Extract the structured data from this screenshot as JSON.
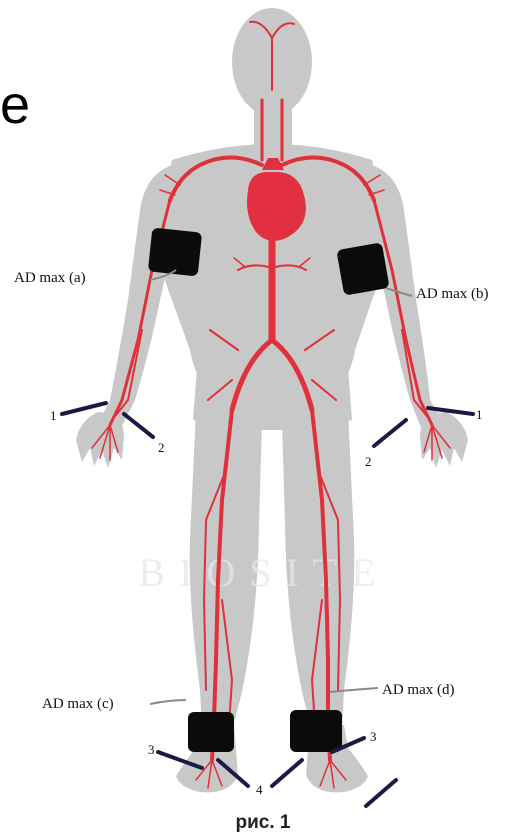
{
  "corner_letter": "e",
  "caption": "рис. 1",
  "watermark": "BIOSITE",
  "labels": {
    "ad_max_a": "AD max (a)",
    "ad_max_b": "AD max (b)",
    "ad_max_c": "AD max (c)",
    "ad_max_d": "AD max (d)",
    "n1_left": "1",
    "n2_left": "2",
    "n1_right": "1",
    "n2_right": "2",
    "n3_left": "3",
    "n4": "4",
    "n3_right": "3"
  },
  "colors": {
    "body": "#c8c8c8",
    "artery": "#e0303a",
    "heart": "#e23040",
    "cuff": "#0b0b0b",
    "probe": "#1a1a44",
    "leader": "#8a8a8a"
  }
}
